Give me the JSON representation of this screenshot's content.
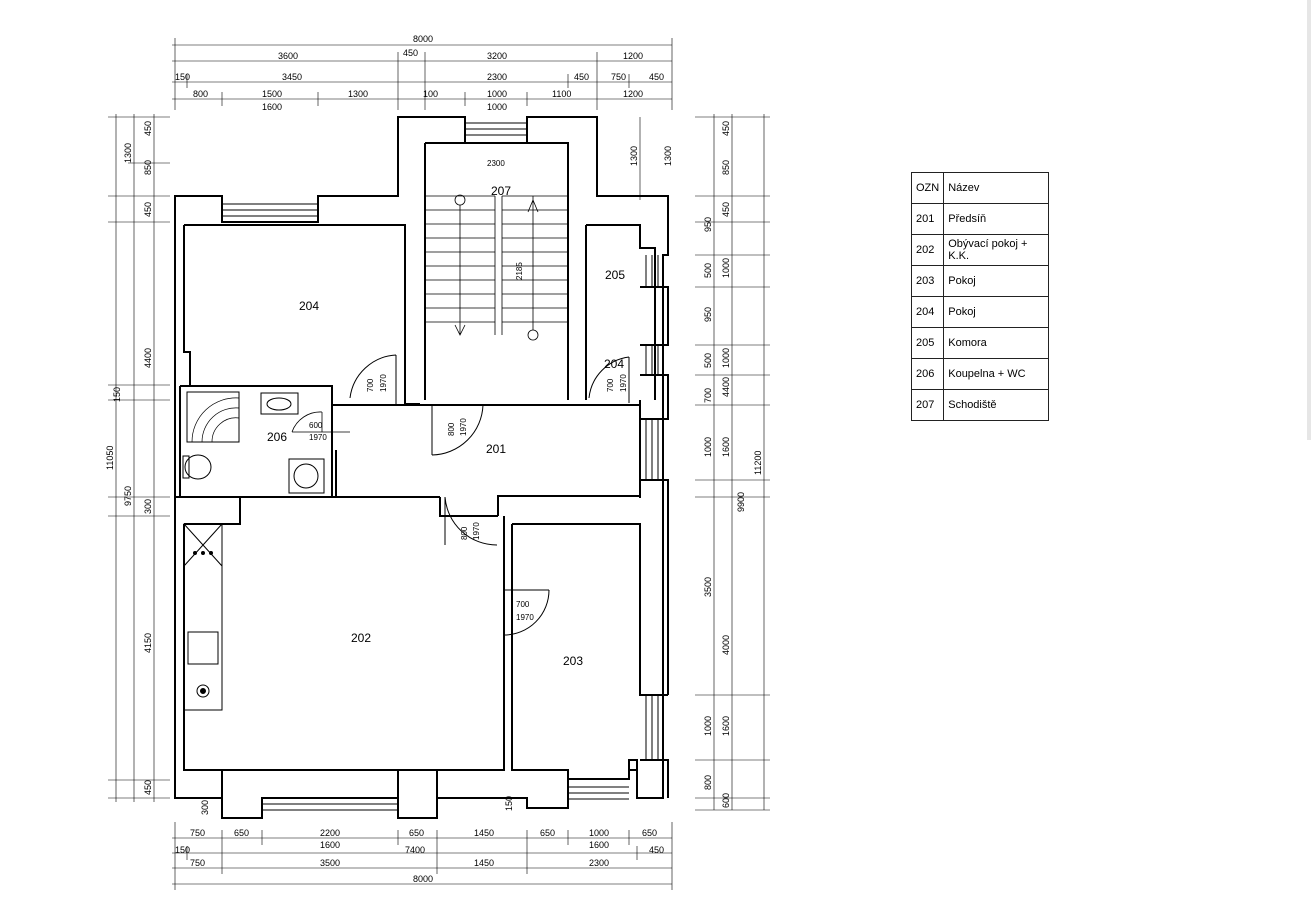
{
  "legend": {
    "header": {
      "code": "OZN",
      "name": "Název"
    },
    "rows": [
      {
        "code": "201",
        "name": "Předsíň"
      },
      {
        "code": "202",
        "name": "Obývací pokoj + K.K."
      },
      {
        "code": "203",
        "name": "Pokoj"
      },
      {
        "code": "204",
        "name": "Pokoj"
      },
      {
        "code": "205",
        "name": "Komora"
      },
      {
        "code": "206",
        "name": "Koupelna + WC"
      },
      {
        "code": "207",
        "name": "Schodiště"
      }
    ]
  },
  "rooms": {
    "r201": "201",
    "r202": "202",
    "r203": "203",
    "r204": "204",
    "r204b": "204",
    "r205": "205",
    "r206": "206",
    "r207": "207"
  },
  "doors": {
    "d204": [
      "700",
      "1970"
    ],
    "d204b": [
      "700",
      "1970"
    ],
    "d206": [
      "600",
      "1970"
    ],
    "d201": [
      "800",
      "1970"
    ],
    "d202": [
      "800",
      "1970"
    ],
    "d203": [
      "700",
      "1970"
    ],
    "stair_w": "2300",
    "stair_len": "2185"
  },
  "dims": {
    "top": {
      "r1": [
        "8000"
      ],
      "r2": [
        "3600",
        "450",
        "3200",
        "1200"
      ],
      "r3": [
        "150",
        "3450",
        "2300",
        "450",
        "750",
        "450"
      ],
      "r4": [
        "800",
        "1500",
        "1300",
        "100",
        "1000",
        "1100",
        "1200"
      ],
      "r4b": [
        "1600",
        "1000"
      ]
    },
    "bottom": {
      "r1": [
        "750",
        "650",
        "2200",
        "650",
        "1450",
        "650",
        "1000",
        "650"
      ],
      "r1b": [
        "1600",
        "1600"
      ],
      "r2": [
        "150",
        "7400",
        "450"
      ],
      "r3": [
        "750",
        "3500",
        "1450",
        "2300"
      ],
      "r4": [
        "8000"
      ],
      "small": [
        "300",
        "150"
      ]
    },
    "left": {
      "outer": "11050",
      "inner": "9750",
      "segs": [
        "450",
        "1300",
        "850",
        "450",
        "4400",
        "150",
        "300",
        "4150",
        "450"
      ]
    },
    "right": {
      "outer": "11200",
      "inner": "9900",
      "segs_a": [
        "450",
        "1300",
        "850",
        "950",
        "500",
        "950",
        "500",
        "700",
        "1000",
        "3500",
        "1000",
        "800"
      ],
      "segs_b": [
        "1300",
        "450",
        "1000",
        "1000",
        "4400",
        "1600",
        "4000",
        "1600",
        "600"
      ]
    }
  }
}
